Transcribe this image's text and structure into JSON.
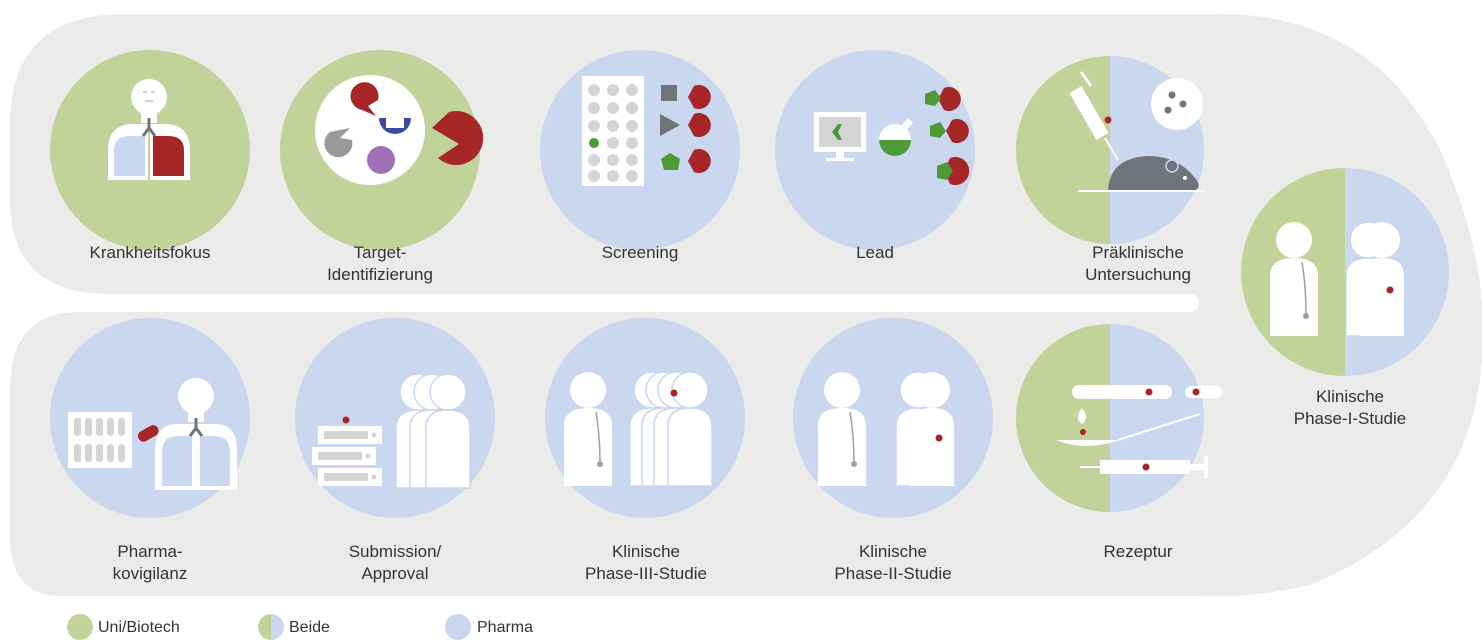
{
  "colors": {
    "green": "#c2d399",
    "blue": "#c9d7ef",
    "band": "#ebebea",
    "red": "#a62628",
    "darkgreen": "#4e9a36",
    "gray": "#6e747a",
    "white": "#ffffff",
    "purple": "#a070b6",
    "navy": "#3d4aa0"
  },
  "stages": {
    "krankheitsfokus": {
      "lines": [
        "Krankheitsfokus"
      ],
      "category": "Uni/Biotech"
    },
    "target": {
      "lines": [
        "Target-",
        "Identifizierung"
      ],
      "category": "Uni/Biotech"
    },
    "screening": {
      "lines": [
        "Screening"
      ],
      "category": "Pharma"
    },
    "lead": {
      "lines": [
        "Lead"
      ],
      "category": "Pharma"
    },
    "praeklinisch": {
      "lines": [
        "Präklinische",
        "Untersuchung"
      ],
      "category": "Beide"
    },
    "phase1": {
      "lines": [
        "Klinische",
        "Phase-I-Studie"
      ],
      "category": "Beide"
    },
    "rezeptur": {
      "lines": [
        "Rezeptur"
      ],
      "category": "Beide"
    },
    "phase2": {
      "lines": [
        "Klinische",
        "Phase-II-Studie"
      ],
      "category": "Pharma"
    },
    "phase3": {
      "lines": [
        "Klinische",
        "Phase-III-Studie"
      ],
      "category": "Pharma"
    },
    "submission": {
      "lines": [
        "Submission/",
        "Approval"
      ],
      "category": "Pharma"
    },
    "pharmakovigilanz": {
      "lines": [
        "Pharma-",
        "kovigilanz"
      ],
      "category": "Pharma"
    }
  },
  "legend": {
    "uni": "Uni/Biotech",
    "beide": "Beide",
    "pharma": "Pharma"
  }
}
